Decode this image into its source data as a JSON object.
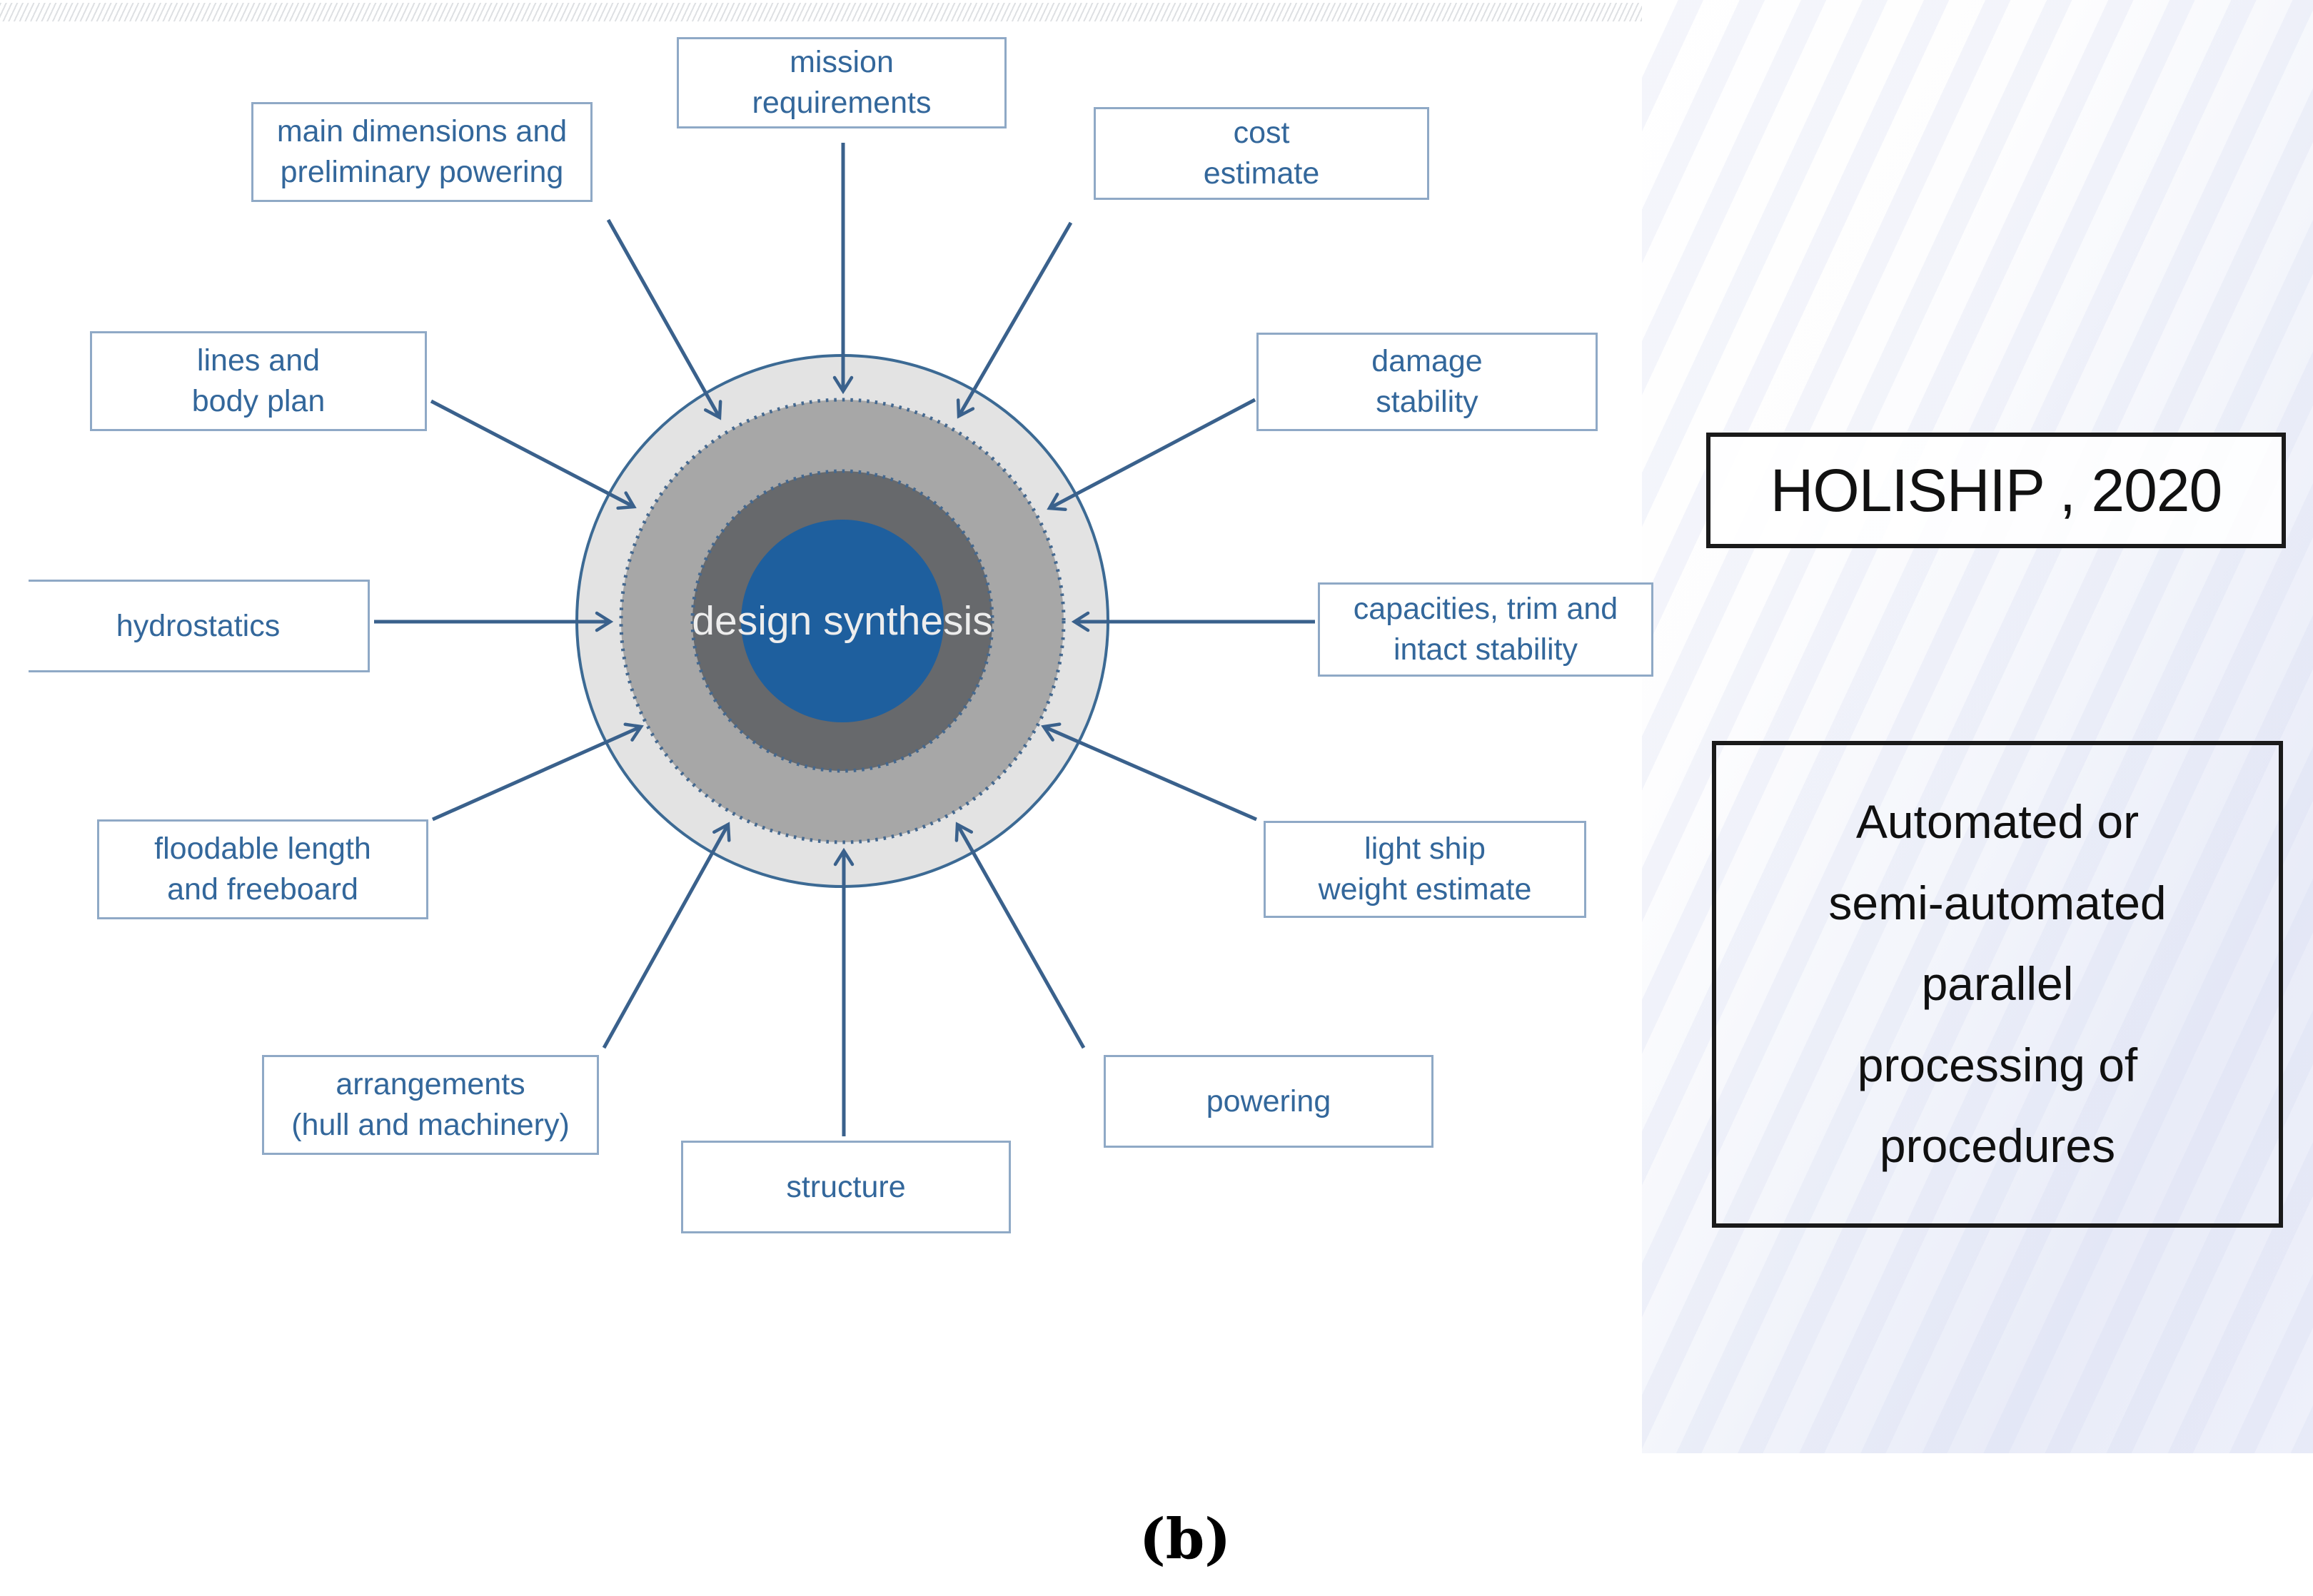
{
  "page": {
    "caption": "(b)"
  },
  "colors": {
    "node_border": "#8fa9c6",
    "node_text": "#33679b",
    "arrow": "#3a618c",
    "outer_ring_fill": "#e3e3e3",
    "outer_ring_border": "#3c6a94",
    "mid_ring_fill": "#a7a7a7",
    "inner_ring_fill": "#67696c",
    "core_fill": "#1e5f9e",
    "core_text": "#ededed",
    "panel_tint": "#e9ecf8",
    "note_border": "#1a1a1a",
    "note_text": "#101010"
  },
  "diagram": {
    "center_label": "design synthesis",
    "nodes": [
      {
        "id": "mission-requirements",
        "line1": "mission",
        "line2": "requirements"
      },
      {
        "id": "main-dimensions",
        "line1": "main dimensions and",
        "line2": "preliminary powering"
      },
      {
        "id": "cost-estimate",
        "line1": "cost",
        "line2": "estimate"
      },
      {
        "id": "lines-body-plan",
        "line1": "lines and",
        "line2": "body plan"
      },
      {
        "id": "damage-stability",
        "line1": "damage",
        "line2": "stability"
      },
      {
        "id": "hydrostatics",
        "line1": "hydrostatics"
      },
      {
        "id": "capacities-trim-intact-stability",
        "line1": "capacities, trim and",
        "line2": "intact stability"
      },
      {
        "id": "floodable-length-freeboard",
        "line1": "floodable length",
        "line2": "and freeboard"
      },
      {
        "id": "light-ship-weight-estimate",
        "line1": "light ship",
        "line2": "weight estimate"
      },
      {
        "id": "arrangements",
        "line1": "arrangements",
        "line2": "(hull and machinery)"
      },
      {
        "id": "powering",
        "line1": "powering"
      },
      {
        "id": "structure",
        "line1": "structure"
      }
    ]
  },
  "side_panel": {
    "reference_label": "HOLISHIP , 2020",
    "note_lines": [
      "Automated or",
      "semi-automated",
      "parallel",
      "processing of",
      "procedures"
    ]
  }
}
